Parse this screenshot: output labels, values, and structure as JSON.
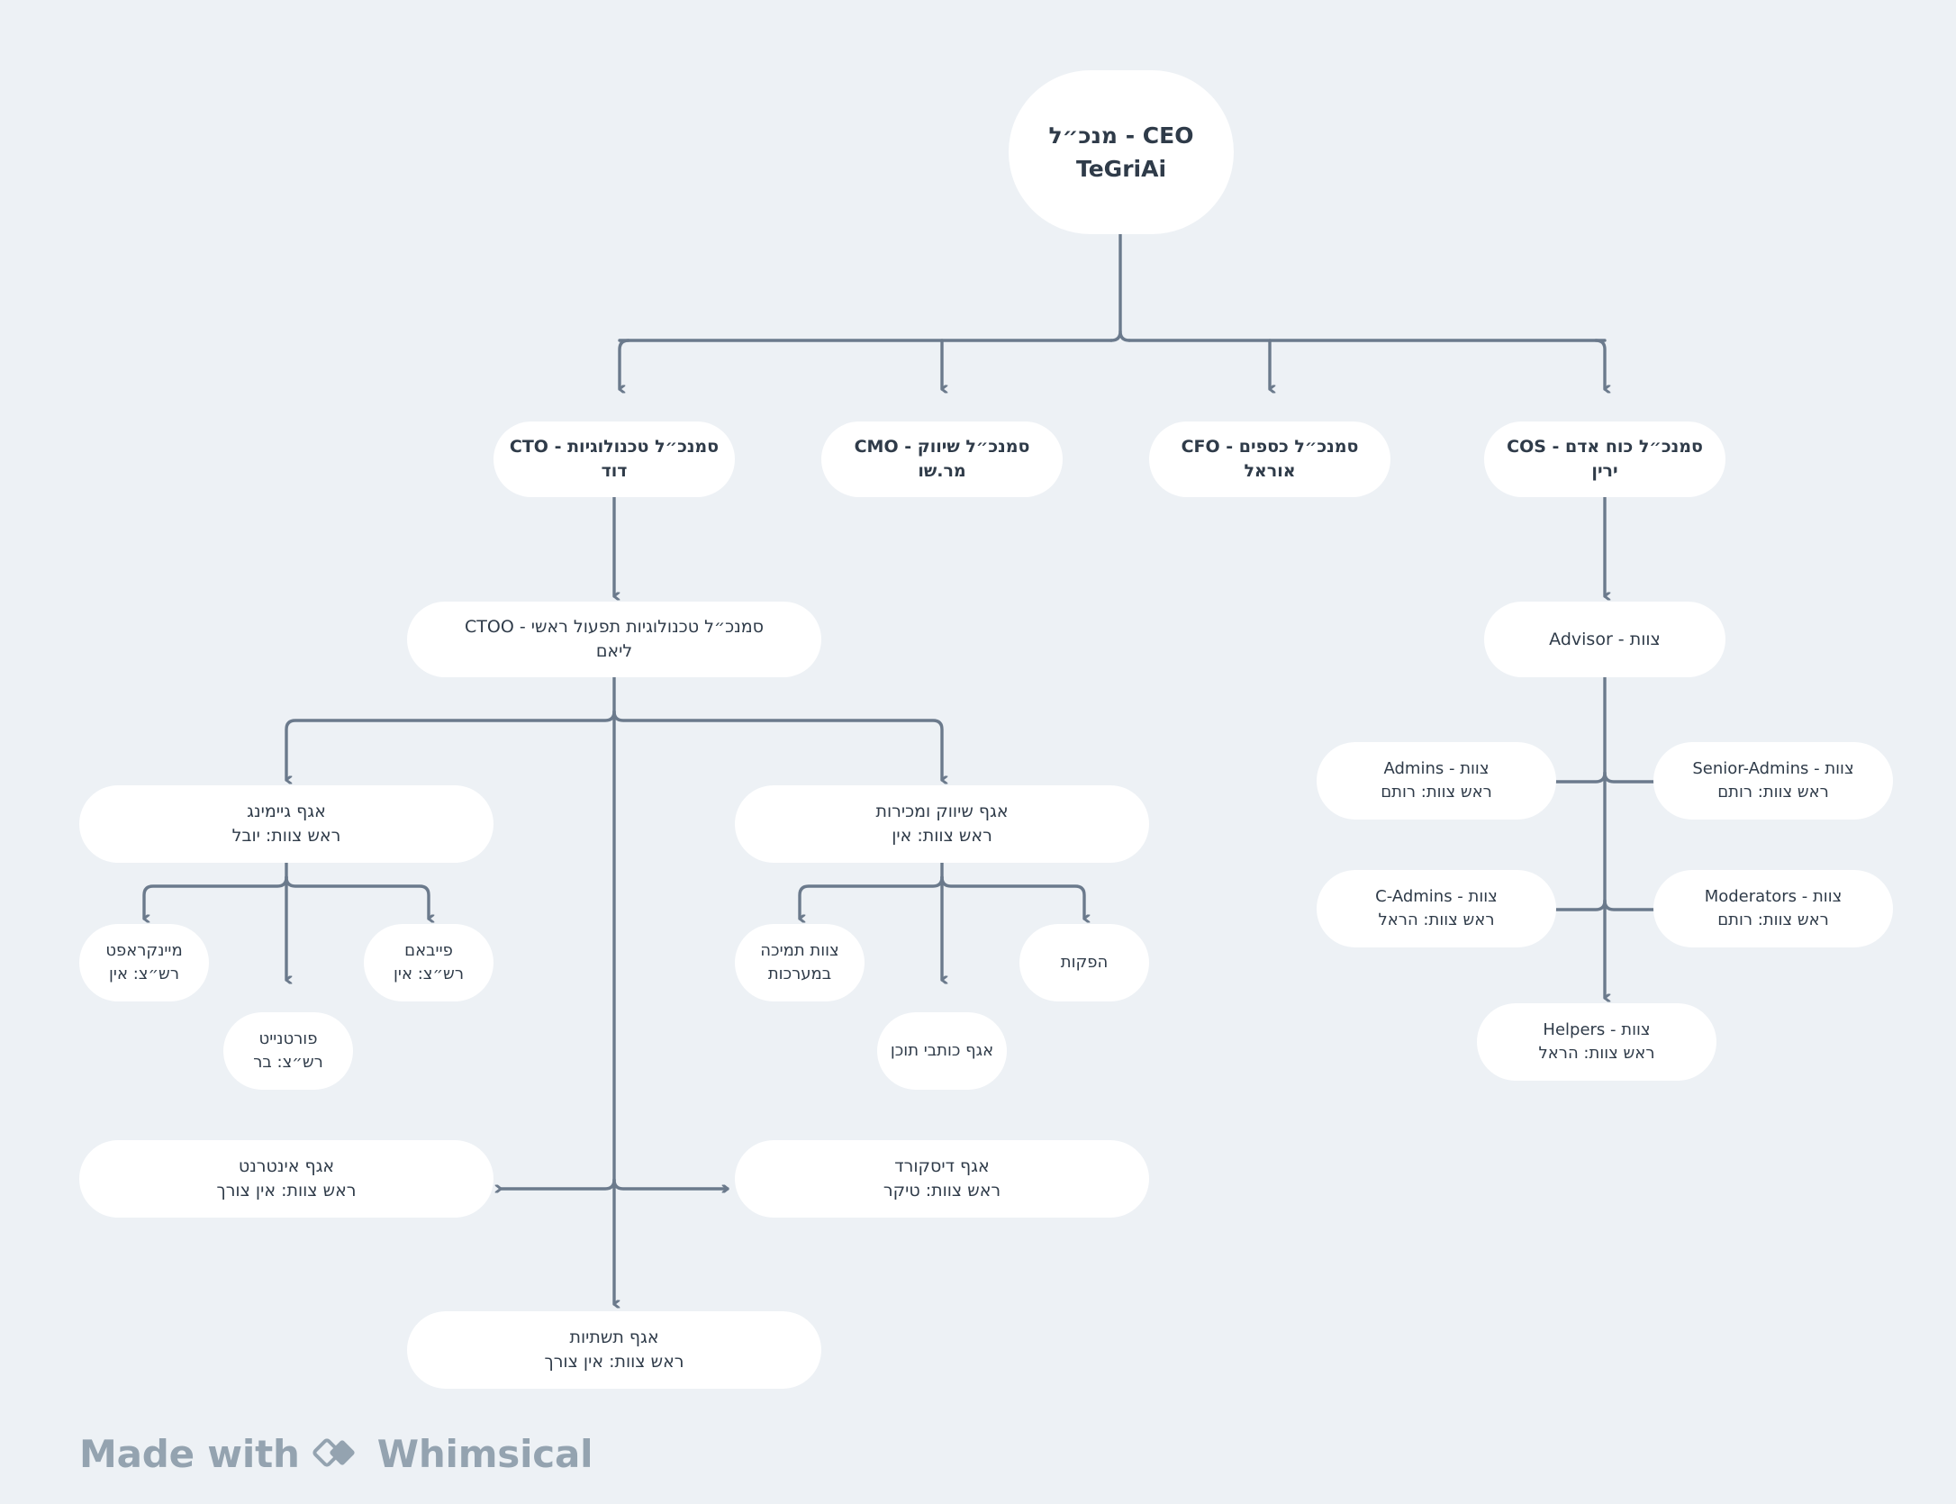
{
  "diagram": {
    "title": "TeGriAi Organization Chart",
    "background_color": "#edf1f5",
    "node_color": "#ffffff",
    "connector_color": "#6b7a8c",
    "text_color": "#2f3b49"
  },
  "nodes": {
    "ceo": {
      "l1": "CEO - מנכ״ל",
      "l2": "TeGriAi"
    },
    "cto": {
      "l1": "סמנכ״ל טכנולוגיות - CTO",
      "l2": "דוד"
    },
    "cmo": {
      "l1": "סמנכ״ל שיווק - CMO",
      "l2": "מר.שו"
    },
    "cfo": {
      "l1": "סמנכ״ל כספים - CFO",
      "l2": "אוראל"
    },
    "cos": {
      "l1": "סמנכ״ל כוח אדם - COS",
      "l2": "ירין"
    },
    "ctoo": {
      "l1": "סמנכ״ל טכנולוגיות תפעול ראשי - CTOO",
      "l2": "ליאם"
    },
    "gaming": {
      "l1": "אגף גיימינג",
      "l2": "ראש צוות: יובל"
    },
    "marketing": {
      "l1": "אגף שיווק ומכירות",
      "l2": "ראש צוות: אין"
    },
    "minecraft": {
      "l1": "מיינקראפט",
      "l2": "רש״צ: אין"
    },
    "fortnite": {
      "l1": "פורטנייט",
      "l2": "רש״צ: בר"
    },
    "fivem": {
      "l1": "פייבאם",
      "l2": "רש״צ: אין"
    },
    "support": {
      "l1": "צוות תמיכה",
      "l2": "במערכות"
    },
    "writers": {
      "l1": "אגף כותבי תוכן",
      "l2": ""
    },
    "production": {
      "l1": "הפקות",
      "l2": ""
    },
    "internet": {
      "l1": "אגף אינטרנט",
      "l2": "ראש צוות: אין צורך"
    },
    "discord": {
      "l1": "אגף דיסקורד",
      "l2": "ראש צוות: טיקר"
    },
    "infra": {
      "l1": "אגף תשתיות",
      "l2": "ראש צוות: אין צורך"
    },
    "advisor": {
      "l1": "צוות - Advisor",
      "l2": ""
    },
    "admins": {
      "l1": "צוות - Admins",
      "l2": "ראש צוות: רותם"
    },
    "senior": {
      "l1": "צוות - Senior-Admins",
      "l2": "ראש צוות: רותם"
    },
    "cadmins": {
      "l1": "צוות - C-Admins",
      "l2": "ראש צוות: הראל"
    },
    "moderators": {
      "l1": "צוות - Moderators",
      "l2": "ראש צוות: רותם"
    },
    "helpers": {
      "l1": "צוות - Helpers",
      "l2": "ראש צוות: הראל"
    }
  },
  "watermark": {
    "prefix": "Made with",
    "brand": "Whimsical"
  }
}
